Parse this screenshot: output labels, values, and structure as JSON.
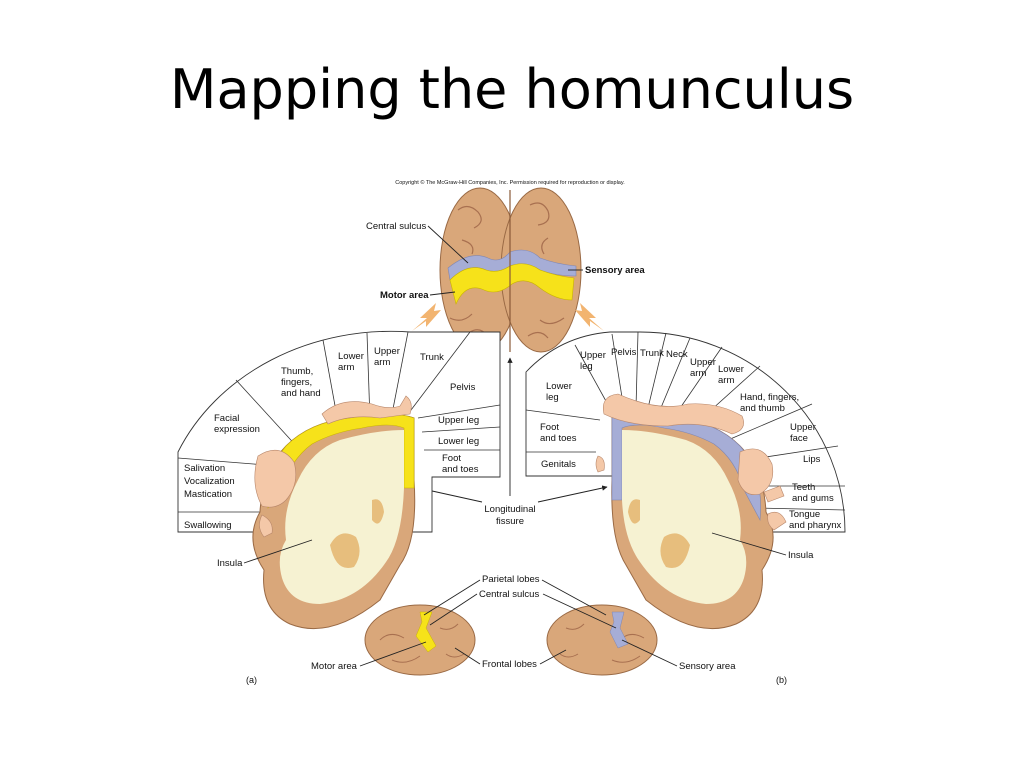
{
  "title": "Mapping the homunculus",
  "copyright": "Copyright © The McGraw-Hill Companies, Inc. Permission required for reproduction or display.",
  "colors": {
    "motor": "#f6e21a",
    "sensory": "#a6add6",
    "brain": "#d9a77a",
    "white_matter": "#f6f2d2",
    "body": "#f4c8a8",
    "arrow": "#f2b470"
  },
  "top_labels": {
    "central_sulcus": "Central sulcus",
    "sensory_area": "Sensory area",
    "motor_area": "Motor area"
  },
  "motor_map": {
    "regions": [
      {
        "label": "Swallowing"
      },
      {
        "lines": [
          "Salivation",
          "Vocalization",
          "Mastication"
        ]
      },
      {
        "lines": [
          "Facial",
          "expression"
        ]
      },
      {
        "lines": [
          "Thumb,",
          "fingers,",
          "and hand"
        ]
      },
      {
        "lines": [
          "Lower",
          "arm"
        ]
      },
      {
        "lines": [
          "Upper",
          "arm"
        ]
      },
      {
        "label": "Trunk"
      },
      {
        "label": "Pelvis"
      },
      {
        "label": "Upper leg"
      },
      {
        "label": "Lower leg"
      },
      {
        "lines": [
          "Foot",
          "and toes"
        ]
      }
    ]
  },
  "sensory_map": {
    "regions": [
      {
        "label": "Genitals"
      },
      {
        "lines": [
          "Foot",
          "and toes"
        ]
      },
      {
        "lines": [
          "Lower",
          "leg"
        ]
      },
      {
        "lines": [
          "Upper",
          "leg"
        ]
      },
      {
        "label": "Pelvis"
      },
      {
        "label": "Trunk"
      },
      {
        "label": "Neck"
      },
      {
        "lines": [
          "Upper",
          "arm"
        ]
      },
      {
        "lines": [
          "Lower",
          "arm"
        ]
      },
      {
        "lines": [
          "Hand, fingers,",
          "and thumb"
        ]
      },
      {
        "lines": [
          "Upper",
          "face"
        ]
      },
      {
        "label": "Lips"
      },
      {
        "lines": [
          "Teeth",
          "and gums"
        ]
      },
      {
        "lines": [
          "Tongue",
          "and pharynx"
        ]
      }
    ]
  },
  "center_labels": {
    "longitudinal_fissure": [
      "Longitudinal",
      "fissure"
    ],
    "insula_left": "Insula",
    "insula_right": "Insula"
  },
  "bottom_labels": {
    "parietal_lobes": "Parietal lobes",
    "central_sulcus": "Central sulcus",
    "motor_area": "Motor area",
    "frontal_lobes": "Frontal lobes",
    "sensory_area": "Sensory area"
  },
  "panel_labels": {
    "a": "(a)",
    "b": "(b)"
  }
}
